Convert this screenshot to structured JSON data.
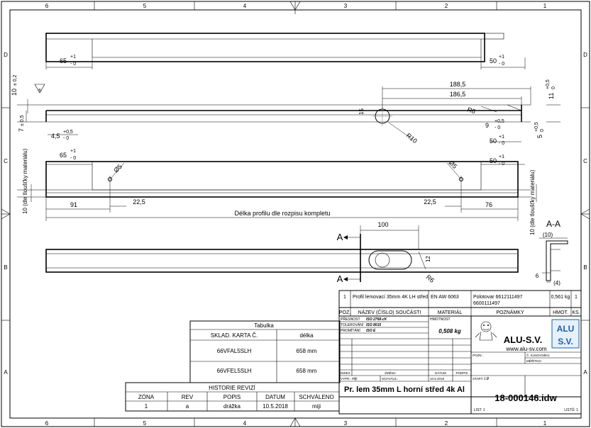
{
  "frame": {
    "zones_top": [
      "6",
      "5",
      "4",
      "3",
      "2",
      "1"
    ],
    "zones_bottom": [
      "6",
      "5",
      "4",
      "3",
      "2",
      "1"
    ],
    "rows_left": [
      "D",
      "C",
      "B",
      "A"
    ],
    "rows_right": [
      "D",
      "C",
      "B",
      "A"
    ]
  },
  "view_top": {
    "dim_left": {
      "value": "65",
      "tol_up": "+1",
      "tol_down": "- 0"
    },
    "dim_right": {
      "value": "50",
      "tol_up": "+1",
      "tol_down": "- 0"
    }
  },
  "view_middle": {
    "dim_10": {
      "value": "10",
      "tol": "± 0,2"
    },
    "dim_7": {
      "value": "7",
      "tol": "± 0,5"
    },
    "dim_4_5": {
      "value": "4,5",
      "tol_up": "+0,5",
      "tol_down": "- 0"
    },
    "dim_188_5": "188,5",
    "dim_186_5": "186,5",
    "dim_15": "15",
    "dim_R10": "R10",
    "dim_R6": "R6",
    "dim_9": {
      "value": "9",
      "tol_up": "+0,5",
      "tol_down": "- 0"
    },
    "dim_11": {
      "value": "11",
      "tol_up": "+0,5",
      "tol_down": "0"
    },
    "dim_5": {
      "value": "5",
      "tol_up": "+0,5",
      "tol_down": "0"
    },
    "dim_50": {
      "value": "50",
      "tol_up": "+1",
      "tol_down": "- 0"
    },
    "triangle_mark": "B"
  },
  "view_bottom": {
    "dim_left": {
      "value": "65",
      "tol_up": "+1",
      "tol_down": "- 0"
    },
    "dim_right": {
      "value": "50",
      "tol_up": "+1",
      "tol_down": "- 0"
    },
    "hole_left": "Ø5",
    "hole_right": "Ø5",
    "dim_91": "91",
    "dim_22_5_left": "22,5",
    "dim_22_5_right": "22,5",
    "dim_76": "76",
    "total_length": "Délka profilu dle rozpisu kompletu",
    "side_note_left": "10 (dle tloušťky materiálu)",
    "side_note_right": "10 (dle tloušťky materiálu)"
  },
  "view_section": {
    "marker_top": "A",
    "marker_bottom": "A",
    "dim_100": "100",
    "dim_12": "12",
    "dim_R6": "R6",
    "section_title": "A-A",
    "dim_10": "(10)",
    "dim_6": "6",
    "dim_4": "(4)"
  },
  "parts_list": {
    "row": {
      "poz": "1",
      "name": "Profil lemovací 35mm 4K LH střed",
      "material": "EN AW 6063",
      "note_line1": "Polotovar 6612111497",
      "note_line2": "6600111497",
      "mass": "0,561 kg",
      "qty": "1"
    },
    "headers": {
      "poz": "POZ.",
      "name": "NÁZEV (ČÍSLO) SOUČÁSTI",
      "material": "MATERIÁL",
      "notes": "POZNÁMKY",
      "mass": "HMOT.",
      "qty": "KS."
    }
  },
  "title_block": {
    "presnost_label": "PŘESNOST",
    "presnost_value": "ISO 2768-cK",
    "tolerovani_label": "TOLEROVÁNÍ",
    "tolerovani_value": "ISO 8015",
    "promitani_label": "PROMÍTÁNÍ",
    "promitani_value": "ISO E",
    "hmotnost_label": "HMOTNOST",
    "hmotnost_value": "0,508 kg",
    "index_label": "INDEX",
    "zmena_label": "ZMĚNA",
    "datum_label": "DATUM",
    "podpis_label": "PODPIS",
    "vypr_label": "VYPR.:",
    "vypr_value": "miji",
    "schvalil_label": "SCHVÁLIL:",
    "date_value": "10.5.2018",
    "stary_label": "STARÝ Č.:",
    "stary_value": "0",
    "pozn_label": "POZN.:",
    "kusovnik_label": "Č. KUSOVNÍKU:",
    "meritko_label": "MĚŘÍTKO:",
    "company": "ALU-S.V.",
    "website": "www.alu-sv.com",
    "logo_text_1": "ALU",
    "logo_text_2": "S.V.",
    "title": "Pr. lem 35mm L horní střed 4k Al",
    "drawing_number": "18-000146.idw",
    "list_label": "LIST: 1",
    "listu_label": "LISTŮ: 1"
  },
  "tabulka": {
    "title": "Tabulka",
    "col1": "SKLAD. KARTA Č.",
    "col2": "délka",
    "rows": [
      {
        "code": "66VFAL5SLH",
        "length": "658 mm"
      },
      {
        "code": "66VFEL5SLH",
        "length": "658 mm"
      }
    ]
  },
  "revisions": {
    "title": "HISTORIE REVIZÍ",
    "headers": [
      "ZÓNA",
      "REV",
      "POPIS",
      "DATUM",
      "SCHVÁLENO"
    ],
    "row": [
      "1",
      "a",
      "drážka",
      "10.5.2018",
      "miji"
    ]
  }
}
